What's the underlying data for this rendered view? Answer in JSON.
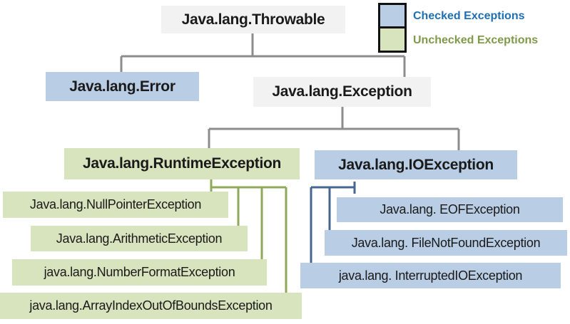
{
  "legend": {
    "checked": {
      "label": "Checked Exceptions",
      "color": "#b9cde5",
      "text_color": "#1f6fb2"
    },
    "unchecked": {
      "label": "Unchecked Exceptions",
      "color": "#d7e4bd",
      "text_color": "#7f9a4a"
    }
  },
  "nodes": {
    "throwable": "Java.lang.Throwable",
    "error": "Java.lang.Error",
    "exception": "Java.lang.Exception",
    "runtime": "Java.lang.RuntimeException",
    "io": "Java.lang.IOException",
    "nullpointer": "Java.lang.NullPointerException",
    "arithmetic": "Java.lang.ArithmeticException",
    "numberformat": "java.lang.NumberFormatException",
    "arrayindex": "java.lang.ArrayIndexOutOfBoundsException",
    "eof": "Java.lang. EOFException",
    "filenotfound": "Java.lang. FileNotFoundException",
    "interruptedio": "java.lang. InterruptedIOException"
  }
}
